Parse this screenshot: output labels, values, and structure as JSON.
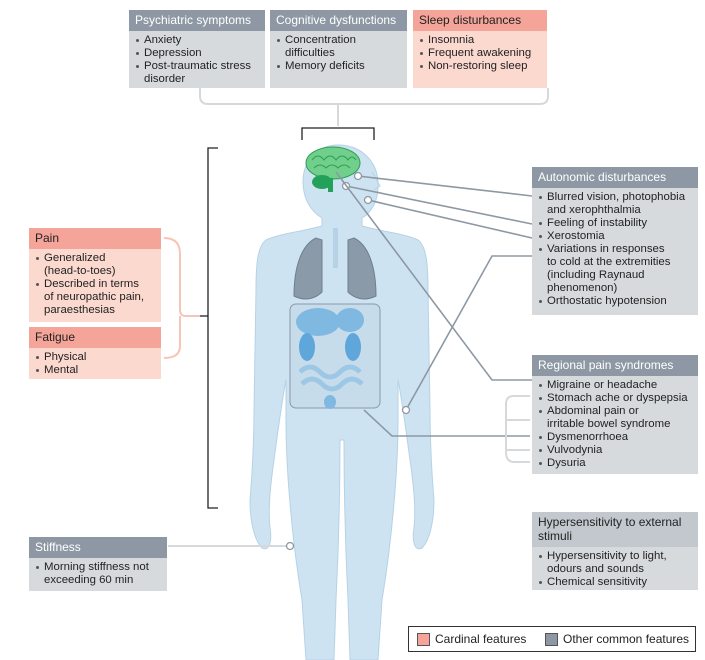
{
  "boxes": {
    "psychiatric": {
      "title": "Psychiatric symptoms",
      "items": [
        "Anxiety",
        "Depression",
        "Post-traumatic stress",
        "disorder"
      ]
    },
    "cognitive": {
      "title": "Cognitive dysfunctions",
      "items": [
        "Concentration",
        "difficulties",
        "Memory deficits"
      ]
    },
    "sleep": {
      "title": "Sleep disturbances",
      "items": [
        "Insomnia",
        "Frequent awakening",
        "Non-restoring sleep"
      ]
    },
    "autonomic": {
      "title": "Autonomic disturbances",
      "items": [
        "Blurred vision, photophobia",
        "and xerophthalmia",
        "Feeling of instability",
        "Xerostomia",
        "Variations in responses",
        "to cold at the extremities",
        "(including Raynaud",
        "phenomenon)",
        "Orthostatic hypotension"
      ]
    },
    "pain": {
      "title": "Pain",
      "items": [
        "Generalized",
        "(head-to-toes)",
        "Described in terms",
        "of neuropathic pain,",
        "paraesthesias"
      ]
    },
    "fatigue": {
      "title": "Fatigue",
      "items": [
        "Physical",
        "Mental"
      ]
    },
    "regional": {
      "title": "Regional pain syndromes",
      "items": [
        "Migraine or headache",
        "Stomach ache or dyspepsia",
        "Abdominal pain or",
        "irritable bowel syndrome",
        "Dysmenorrhoea",
        "Vulvodynia",
        "Dysuria"
      ]
    },
    "stiffness": {
      "title": "Stiffness",
      "items": [
        "Morning stiffness not",
        "exceeding 60 min"
      ]
    },
    "hypersensitivity": {
      "title_line1": "Hypersensitivity to external",
      "title_line2": "stimuli",
      "items": [
        "Hypersensitivity to light,",
        "odours and sounds",
        "Chemical sensitivity"
      ]
    }
  },
  "legend": {
    "cardinal": "Cardinal features",
    "other": "Other common features"
  },
  "colors": {
    "grey_header": "#8d98a4",
    "grey_body": "#d7dadd",
    "pink_header": "#f4a499",
    "pink_body": "#fbd9cf",
    "body_silhouette": "#cde3f1",
    "organ_blue": "#7fb8e0",
    "brain_green": "#6fcf8b"
  }
}
